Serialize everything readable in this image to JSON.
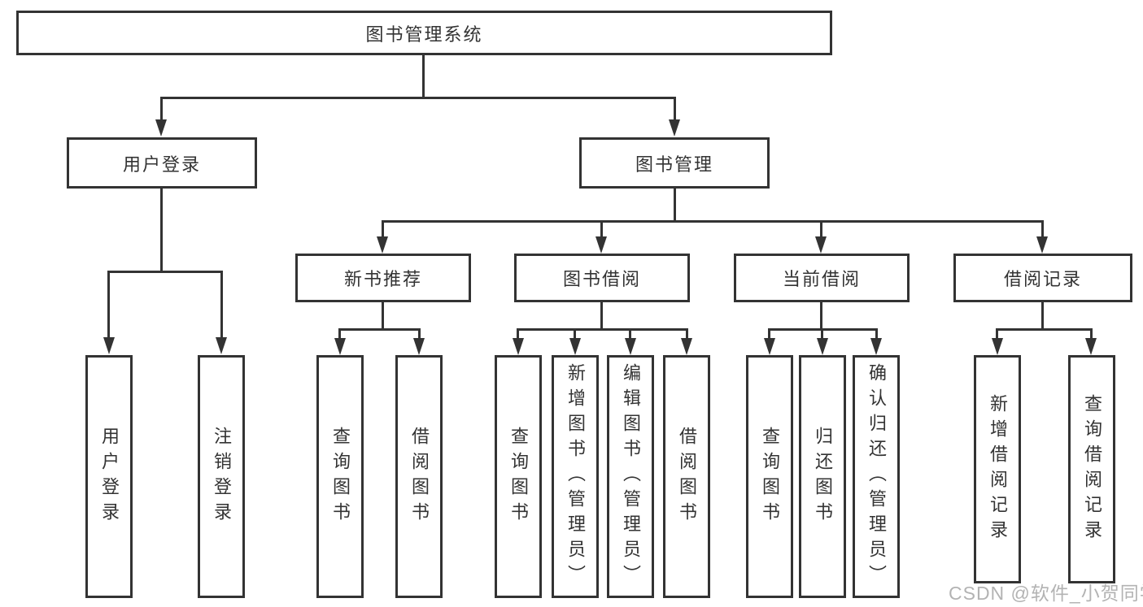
{
  "diagram_title": "图书管理系统",
  "colors": {
    "line": "#333333",
    "box_border": "#333333",
    "text": "#333333",
    "background": "#ffffff",
    "watermark": "#b3b3b3"
  },
  "nodes": {
    "root": "图书管理系统",
    "userLogin": {
      "label": "用户登录",
      "children": [
        "用户登录",
        "注销登录"
      ]
    },
    "bookManagement": {
      "label": "图书管理",
      "children": [
        {
          "label": "新书推荐",
          "children": [
            "查询图书",
            "借阅图书"
          ]
        },
        {
          "label": "图书借阅",
          "children": [
            "查询图书",
            "新增图书（管理员）",
            "编辑图书（管理员）",
            "借阅图书"
          ]
        },
        {
          "label": "当前借阅",
          "children": [
            "查询图书",
            "归还图书",
            "确认归还（管理员）"
          ]
        },
        {
          "label": "借阅记录",
          "children": [
            "新增借阅记录",
            "查询借阅记录"
          ]
        }
      ]
    }
  },
  "watermark": "CSDN @软件_小贺同学"
}
